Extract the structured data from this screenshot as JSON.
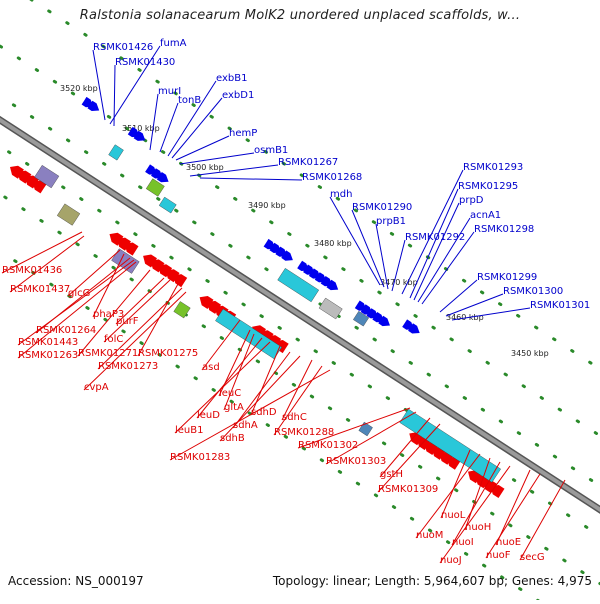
{
  "title": "Ralstonia solanacearum MolK2 unordered unplaced scaffolds, w...",
  "footer": {
    "accession": "Accession: NS_000197",
    "topology": "Topology: linear; Length: 5,964,607 bp; Genes: 4,975"
  },
  "colors": {
    "backbone": "#7a7a7a",
    "tick": "#2a8a2a",
    "forward_label": "#0000cc",
    "reverse_label": "#dd0000",
    "forward_gene": "#0000ee",
    "reverse_gene": "#ee0000",
    "cyan_block": "#29c7d9",
    "olive_block": "#a6a46a",
    "lilac_block": "#8a80c0",
    "green_block": "#77c22a",
    "steel_block": "#4f86b8"
  },
  "scale_labels": [
    "3520 kbp",
    "3510 kbp",
    "3500 kbp",
    "3490 kbp",
    "3480 kbp",
    "3470 kbp",
    "3460 kbp",
    "3450 kbp"
  ],
  "top_labels": [
    "RSMK01426",
    "fumA",
    "RSMK01430",
    "murI",
    "tonB",
    "exbB1",
    "exbD1",
    "hemP",
    "osmB1",
    "RSMK01267",
    "RSMK01268",
    "mdh",
    "RSMK01290",
    "prpB1",
    "RSMK01292",
    "RSMK01293",
    "RSMK01295",
    "prpD",
    "acnA1",
    "RSMK01298",
    "RSMK01299",
    "RSMK01300",
    "RSMK01301"
  ],
  "bottom_labels": [
    "RSMK01436",
    "RSMK01437",
    "glcG",
    "phaP3",
    "RSMK01264",
    "RSMK01443",
    "RSMK01263",
    "RSMK01271",
    "purF",
    "folC",
    "RSMK01275",
    "RSMK01273",
    "cvpA",
    "asd",
    "leuC",
    "gltA",
    "leuD",
    "leuB1",
    "sdhD",
    "sdhA",
    "sdhB",
    "sdhC",
    "RSMK01288",
    "RSMK01283",
    "RSMK01302",
    "RSMK01303",
    "gstH",
    "RSMK01309",
    "nuoL",
    "nuoM",
    "nuoH",
    "nuoI",
    "nuoJ",
    "nuoE",
    "nuoF",
    "secG"
  ]
}
